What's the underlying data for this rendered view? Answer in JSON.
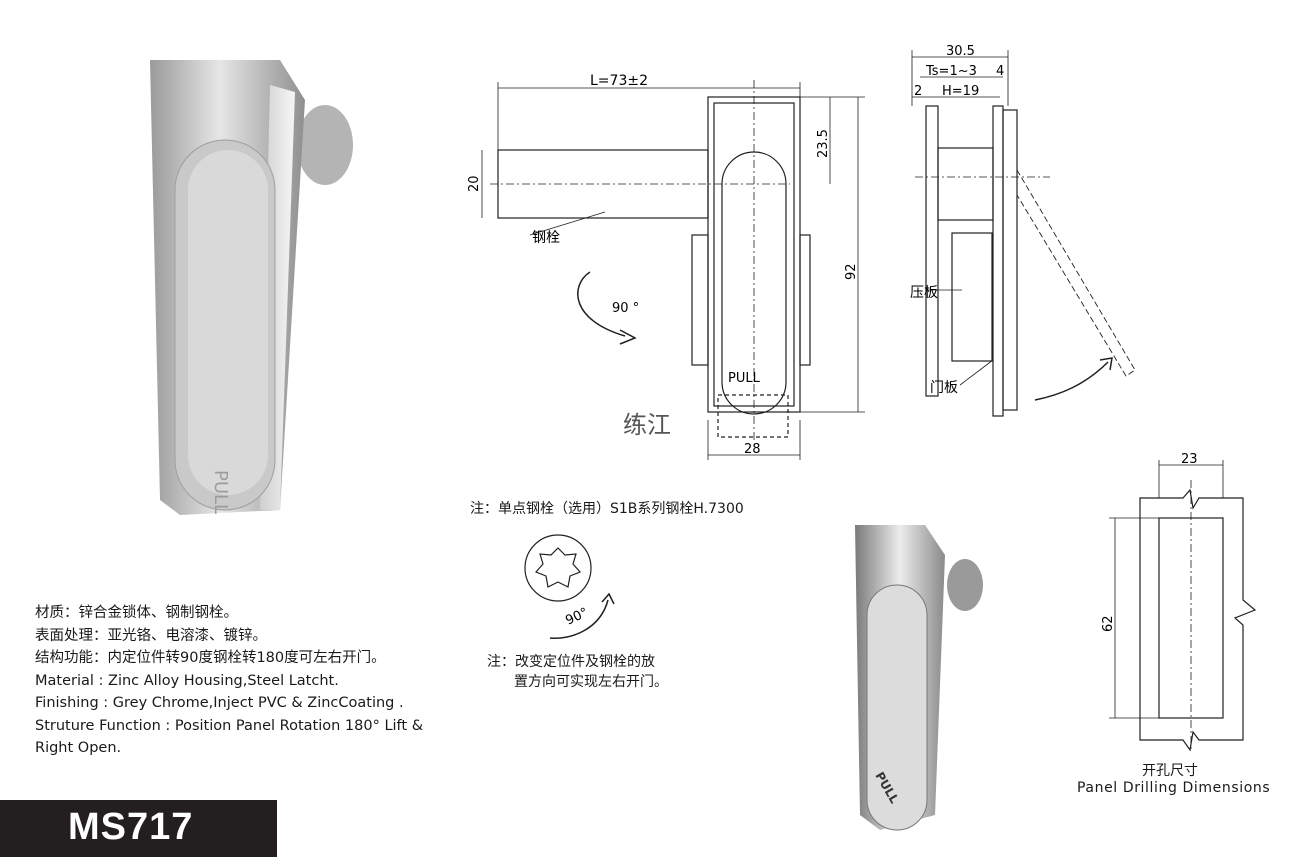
{
  "dimensions": {
    "length": "L=73±2",
    "bolt_height": "20",
    "top_offset": "23.5",
    "total_height": "92",
    "width": "28",
    "depth_total": "30.5",
    "panel_thickness": "Ts=1~3",
    "offset_4": "4",
    "offset_2": "2",
    "handle_height": "H=19",
    "cutout_width": "23",
    "cutout_height": "62"
  },
  "labels": {
    "bolt": "钢栓",
    "rotation": "90 °",
    "pull": "PULL",
    "watermark": "练江",
    "pressure_plate": "压板",
    "door_panel": "门板",
    "rotation_small": "90°"
  },
  "notes": {
    "note1": "注：单点钢栓（选用）S1B系列钢栓H.7300",
    "note2_line1": "注：改变定位件及钢栓的放",
    "note2_line2": "置方向可实现左右开门。"
  },
  "panel_drilling": {
    "cn": "开孔尺寸",
    "en": "Panel Drilling Dimensions"
  },
  "specs": [
    "材质：锌合金锁体、钢制钢栓。",
    "表面处理：亚光铬、电溶漆、镀锌。",
    "结构功能：内定位件转90度钢栓转180度可左右开门。",
    "Material : Zinc Alloy Housing,Steel Latcht.",
    "Finishing : Grey Chrome,Inject PVC & ZincCoating .",
    "Struture Function : Position Panel Rotation 180°  Lift &",
    "Right Open."
  ],
  "model": "MS717",
  "colors": {
    "ink": "#231f20",
    "metal_light": "#e2e2e2",
    "metal_dark": "#8a8a8a"
  }
}
